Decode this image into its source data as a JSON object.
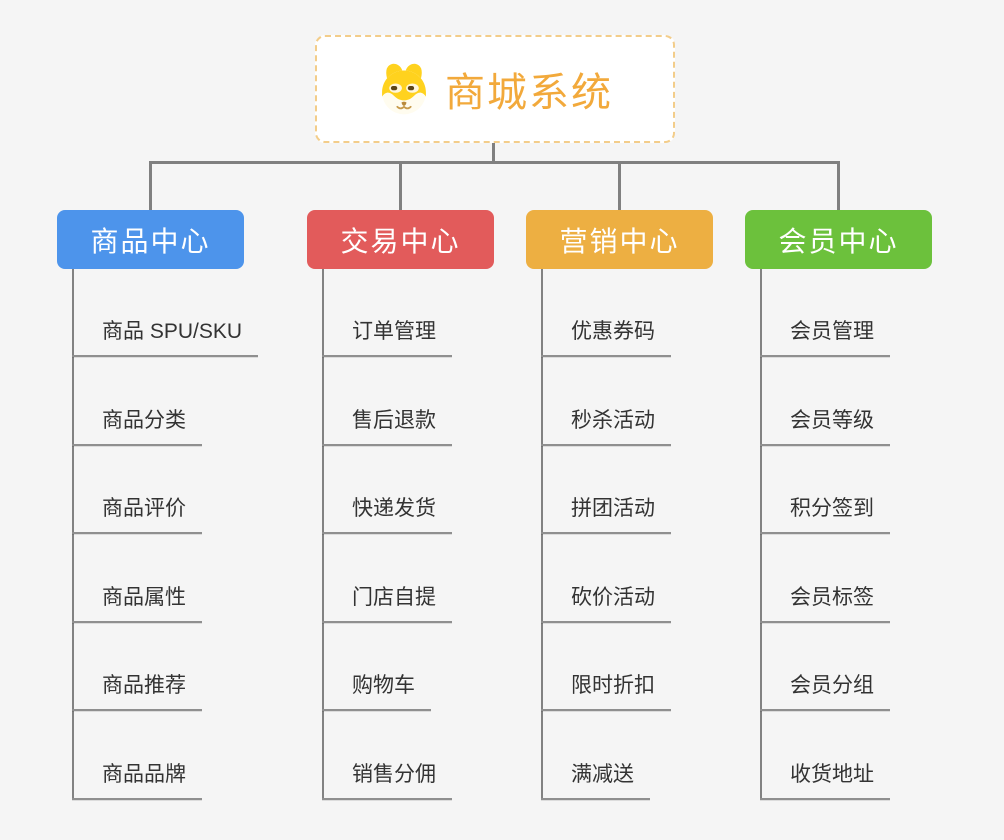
{
  "root": {
    "label": "商城系统",
    "icon": "dog-face-icon",
    "text_color": "#F2A93B",
    "border_color": "#F3CD8A"
  },
  "branches": [
    {
      "label": "商品中心",
      "color": "#4D94EB",
      "items": [
        "商品 SPU/SKU",
        "商品分类",
        "商品评价",
        "商品属性",
        "商品推荐",
        "商品品牌"
      ]
    },
    {
      "label": "交易中心",
      "color": "#E25B5B",
      "items": [
        "订单管理",
        "售后退款",
        "快递发货",
        "门店自提",
        "购物车",
        "销售分佣"
      ]
    },
    {
      "label": "营销中心",
      "color": "#EDAF42",
      "items": [
        "优惠券码",
        "秒杀活动",
        "拼团活动",
        "砍价活动",
        "限时折扣",
        "满减送"
      ]
    },
    {
      "label": "会员中心",
      "color": "#6CC13C",
      "items": [
        "会员管理",
        "会员等级",
        "积分签到",
        "会员标签",
        "会员分组",
        "收货地址"
      ]
    }
  ],
  "connector_color": "#808080",
  "background_color": "#F5F5F5"
}
